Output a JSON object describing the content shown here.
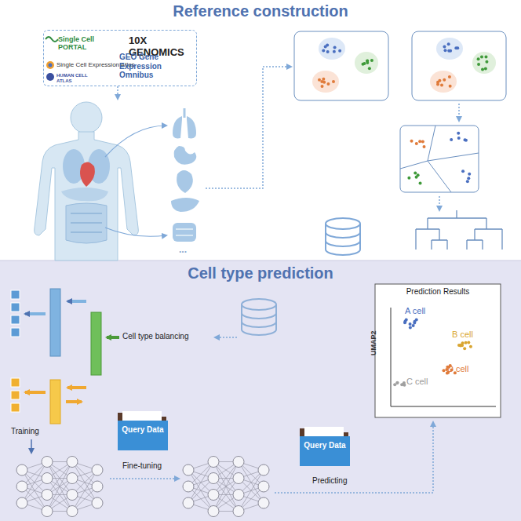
{
  "diagram": {
    "nodes": [
      {
        "text": [
          "Reference construction"
        ]
      },
      {
        "text": [
          "Single Cell PORTAL",
          "10X GENOMICS",
          "Single Cell Expression Atlas",
          "HUMAN CELL ATLAS",
          "GEO Gene Expression Omnibus"
        ],
        "in": 0
      },
      {
        "text": [
          "Cell type prediction"
        ]
      },
      {
        "text": [
          "Query Data"
        ],
        "in": 2
      },
      {
        "text": [
          "Query Data"
        ],
        "in": 2
      },
      {
        "text": [
          "Prediction Results",
          "A cell",
          "B cell",
          "D cell",
          "C cell",
          "UMAP2"
        ],
        "in": 2
      }
    ],
    "labels": [
      "...",
      "Cell type balancing",
      "Training",
      "Fine-tuning",
      "Predicting"
    ]
  }
}
